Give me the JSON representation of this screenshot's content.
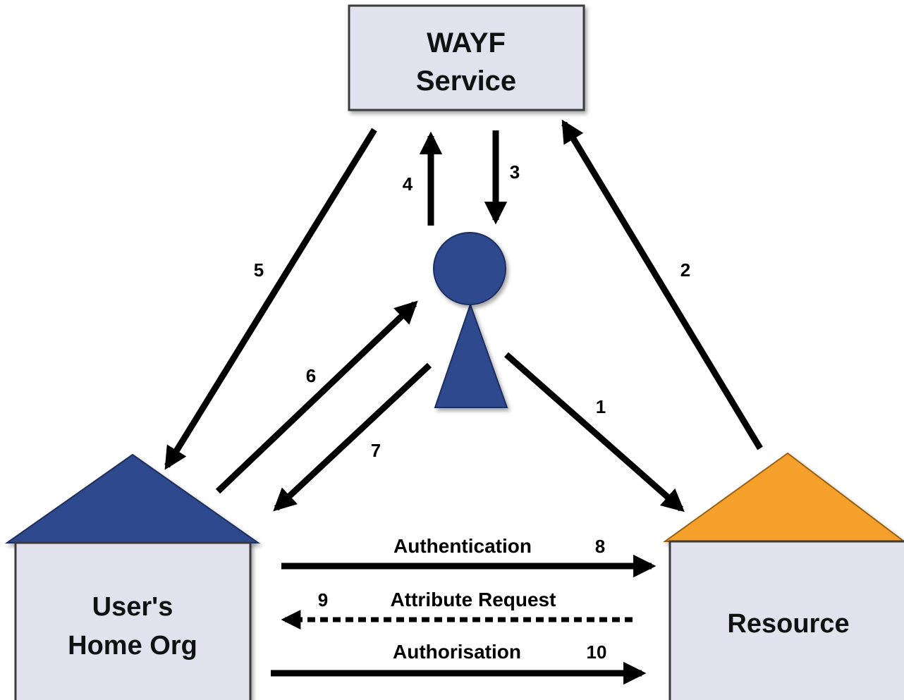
{
  "nodes": {
    "wayf": {
      "line1": "WAYF",
      "line2": "Service"
    },
    "home_org": {
      "line1": "User's",
      "line2": "Home Org"
    },
    "resource": {
      "label": "Resource"
    }
  },
  "steps": {
    "s1": "1",
    "s2": "2",
    "s3": "3",
    "s4": "4",
    "s5": "5",
    "s6": "6",
    "s7": "7",
    "s8": "8",
    "s9": "9",
    "s10": "10"
  },
  "messages": {
    "authentication": "Authentication",
    "attribute_request": "Attribute Request",
    "authorisation": "Authorisation"
  },
  "colors": {
    "box_fill": "#e2e2ee",
    "home_roof": "#2e4a8e",
    "resource_roof": "#f5a02a",
    "user_figure": "#2e4a8e"
  }
}
